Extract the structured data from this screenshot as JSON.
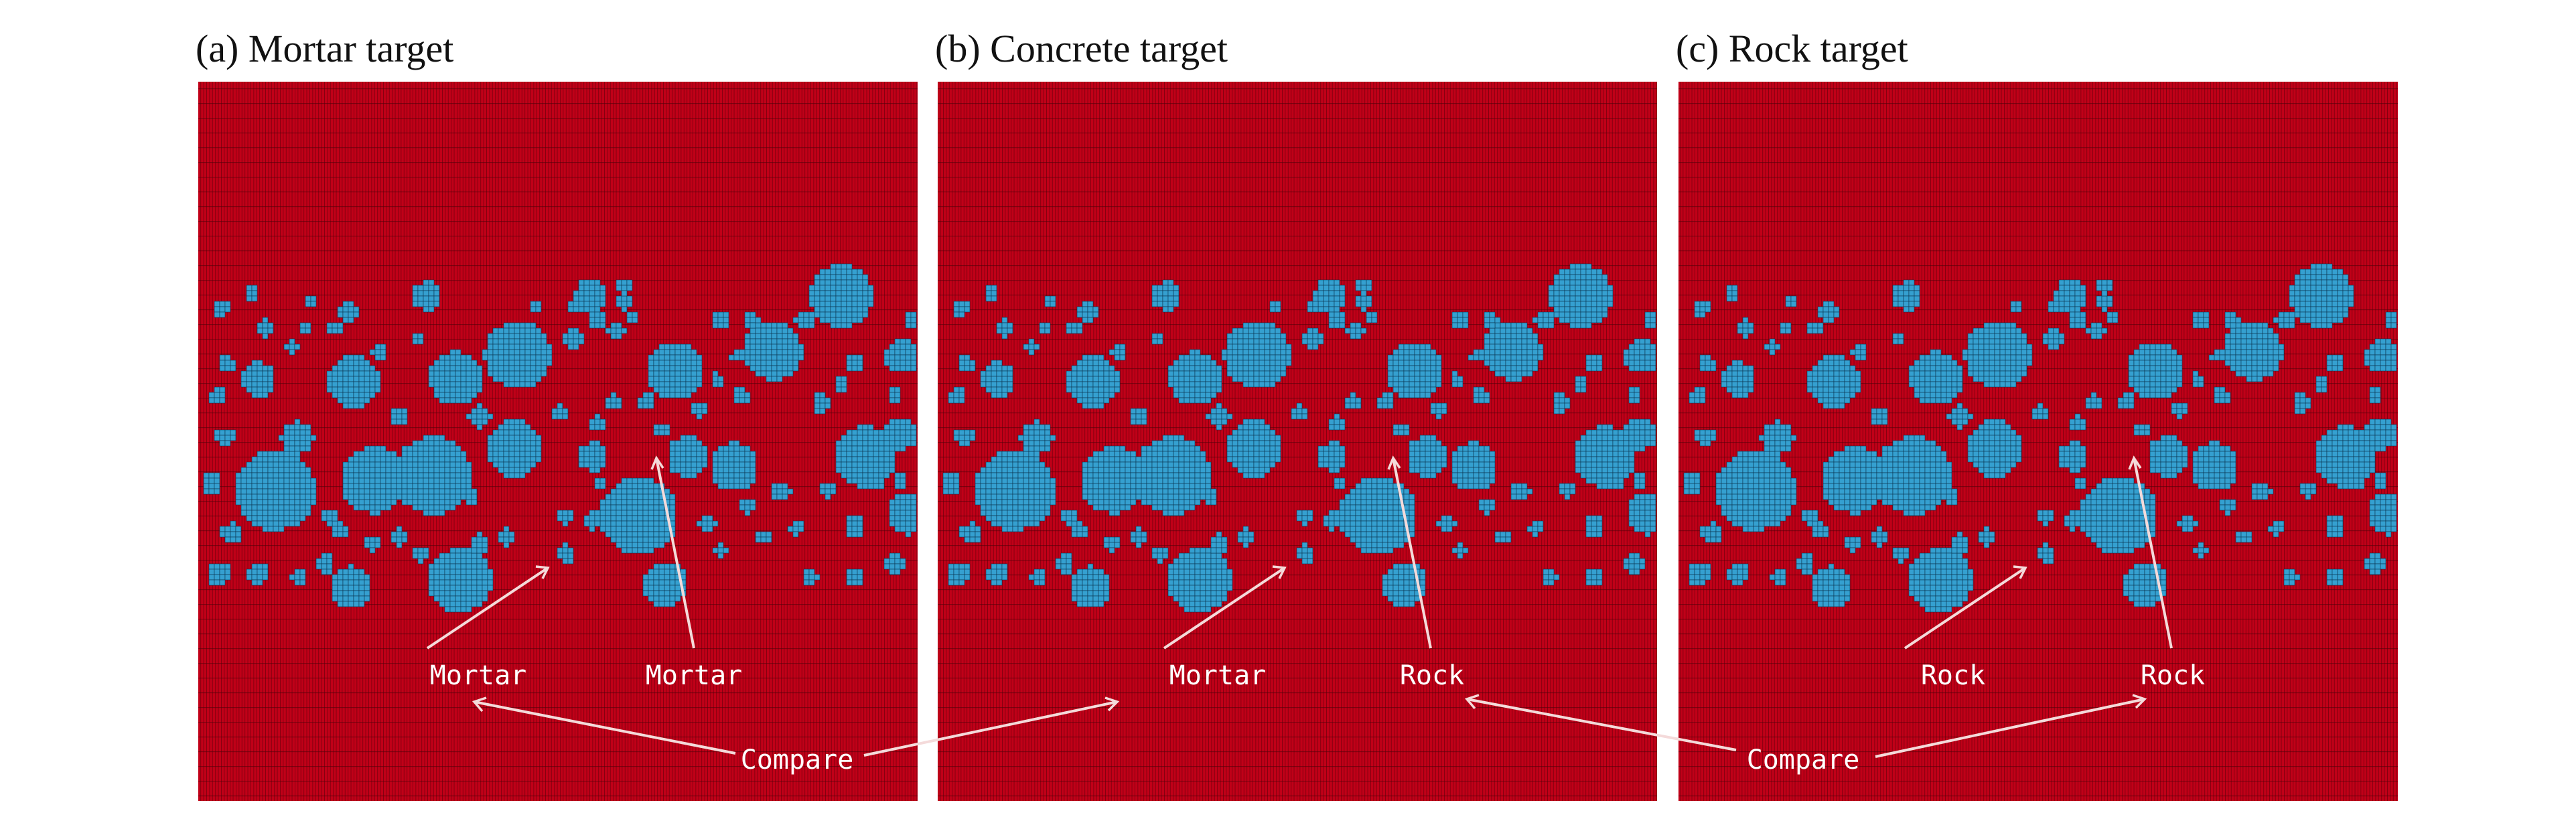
{
  "figure": {
    "colors": {
      "matrix": "#c00018",
      "aggregate": "#35a0d0",
      "mesh_line": "#4a0008",
      "aggregate_line": "#0a3550",
      "arrow": "#f4dada",
      "annotation_text": "#ffffff"
    },
    "panels": [
      {
        "id": "a",
        "title": "(a) Mortar target",
        "labels": {
          "left": "Mortar",
          "right": "Mortar"
        }
      },
      {
        "id": "b",
        "title": "(b) Concrete target",
        "labels": {
          "left": "Mortar",
          "right": "Rock"
        }
      },
      {
        "id": "c",
        "title": "(c) Rock target",
        "labels": {
          "left": "Rock",
          "right": "Rock"
        }
      }
    ],
    "compare_label": "Compare"
  }
}
